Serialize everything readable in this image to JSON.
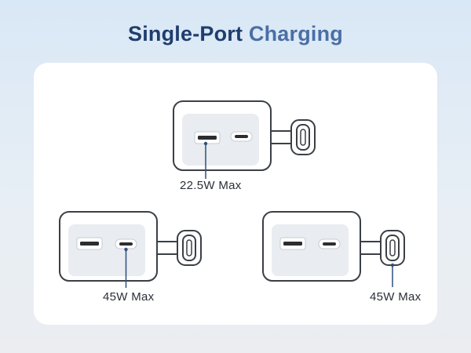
{
  "title": {
    "part1": "Single-Port",
    "part2": "Charging"
  },
  "chargers": [
    {
      "label": "22.5W Max",
      "active_port": "usb-a"
    },
    {
      "label": "45W Max",
      "active_port": "usb-c"
    },
    {
      "label": "45W Max",
      "active_port": "usb-c-cable"
    }
  ],
  "colors": {
    "title_dark": "#1f3d6e",
    "title_light": "#4a6fa5",
    "indicator": "#2f4f7d",
    "body_outline": "#3b3f46"
  }
}
